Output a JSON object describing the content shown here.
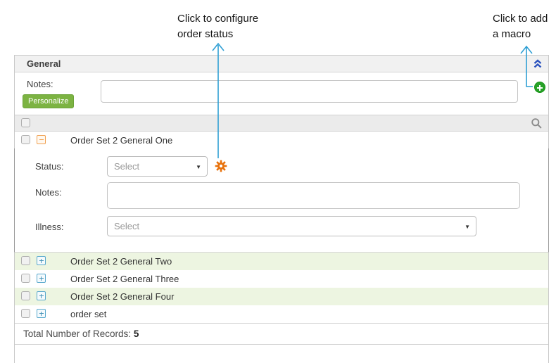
{
  "annotations": {
    "configure_status": {
      "line1": "Click to configure",
      "line2": "order status"
    },
    "add_macro": {
      "line1": "Click to add",
      "line2": "a macro"
    },
    "arrow_color": "#2e9fd4"
  },
  "panel": {
    "header": {
      "title": "General",
      "collapse_icon": "double-chevron-up"
    },
    "notes_section": {
      "label": "Notes:",
      "personalize_button": "Personalize",
      "notes_value": "",
      "add_macro_icon": "plus-circle-green"
    },
    "grid": {
      "search_icon": "magnifier",
      "rows": [
        {
          "label": "Order Set 2 General One",
          "state": "expanded"
        },
        {
          "label": "Order Set 2 General Two",
          "state": "collapsed"
        },
        {
          "label": "Order Set 2 General Three",
          "state": "collapsed"
        },
        {
          "label": "Order Set 2 General Four",
          "state": "collapsed"
        },
        {
          "label": "order set",
          "state": "collapsed"
        }
      ],
      "expanded_form": {
        "status_label": "Status:",
        "status_value": "Select",
        "gear_icon": "settings-gear-orange",
        "notes_label": "Notes:",
        "notes_value": "",
        "illness_label": "Illness:",
        "illness_value": "Select"
      }
    },
    "footer": {
      "total_label": "Total Number of Records:",
      "total_value": "5"
    }
  },
  "colors": {
    "personalize_green": "#7cb342",
    "add_macro_green": "#28a228",
    "gear_orange": "#e8720c",
    "expander_orange": "#f0a050",
    "expander_blue": "#58a8cc",
    "collapse_chevron_blue": "#2a52be",
    "row_tint_green": "#edf5e1",
    "arrow_blue": "#2e9fd4"
  }
}
